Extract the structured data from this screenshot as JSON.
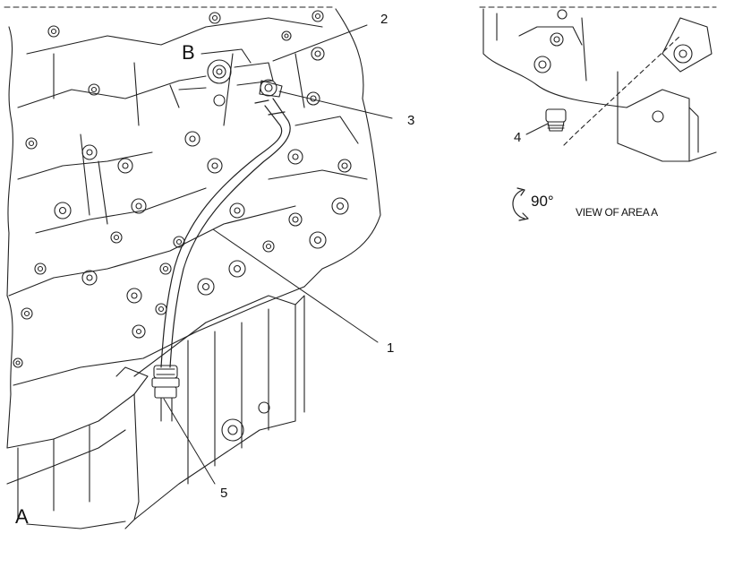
{
  "labels": {
    "area_a": "A",
    "detail_b": "B",
    "callout_1": "1",
    "callout_2": "2",
    "callout_3": "3",
    "callout_4": "4",
    "callout_5": "5",
    "rotation": "90°",
    "view_title": "VIEW OF AREA  A"
  }
}
